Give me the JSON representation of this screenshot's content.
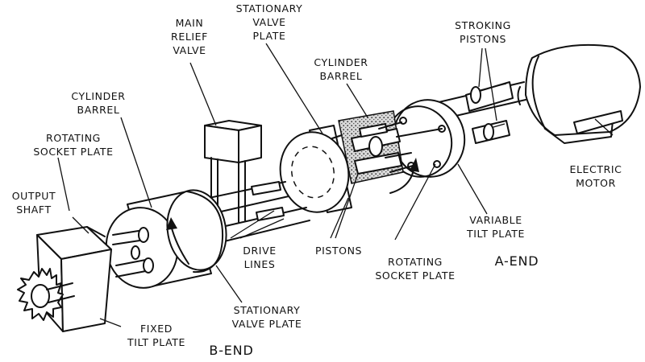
{
  "labels": {
    "main_relief_valve": [
      "MAIN",
      "RELIEF",
      "VALVE"
    ],
    "stationary_valve_plate_top": [
      "STATIONARY",
      "VALVE",
      "PLATE"
    ],
    "cylinder_barrel_a": [
      "CYLINDER",
      "BARREL"
    ],
    "stroking_pistons": [
      "STROKING",
      "PISTONS"
    ],
    "cylinder_barrel_b": [
      "CYLINDER",
      "BARREL"
    ],
    "rotating_socket_plate_b": [
      "ROTATING",
      "SOCKET PLATE"
    ],
    "output_shaft": [
      "OUTPUT",
      "SHAFT"
    ],
    "electric_motor": [
      "ELECTRIC",
      "MOTOR"
    ],
    "variable_tilt_plate": [
      "VARIABLE",
      "TILT PLATE"
    ],
    "drive_lines": [
      "DRIVE",
      "LINES"
    ],
    "pistons": [
      "PISTONS"
    ],
    "rotating_socket_plate_a": [
      "ROTATING",
      "SOCKET PLATE"
    ],
    "a_end": [
      "A-END"
    ],
    "stationary_valve_plate_bottom": [
      "STATIONARY",
      "VALVE PLATE"
    ],
    "fixed_tilt_plate": [
      "FIXED",
      "TILT PLATE"
    ],
    "b_end": [
      "B-END"
    ]
  }
}
